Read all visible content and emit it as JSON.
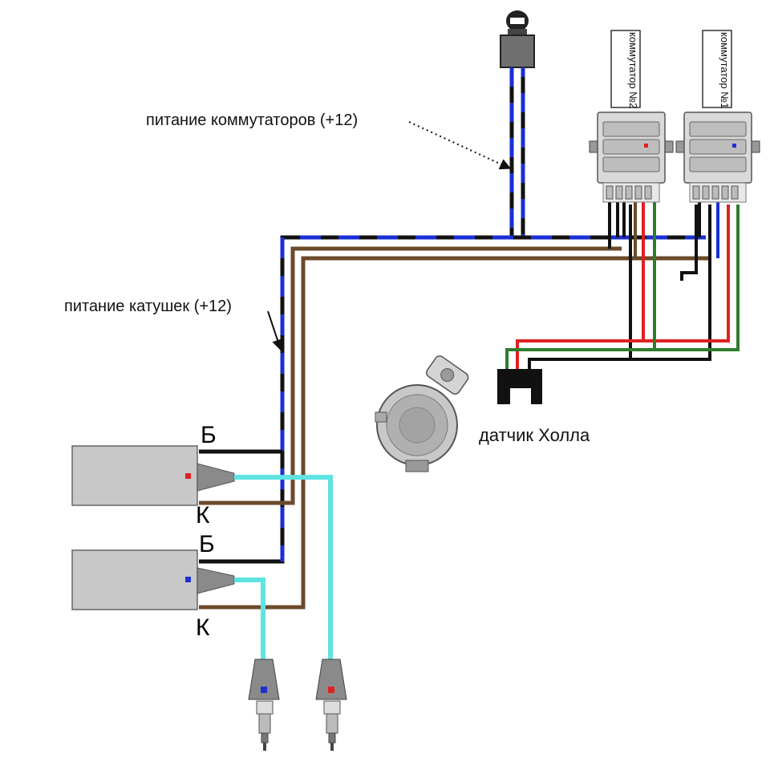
{
  "labels": {
    "commutator_power": "питание коммутаторов (+12)",
    "coil_power": "питание катушек (+12)",
    "hall_sensor": "датчик Холла",
    "coil1_b": "Б",
    "coil1_k": "К",
    "coil2_b": "Б",
    "coil2_k": "К",
    "commutator2": "коммутатор №2",
    "commutator1": "коммутатор №1"
  },
  "colors": {
    "wire_black": "#111111",
    "wire_blue": "#1a2fd6",
    "wire_brown": "#6b4a2b",
    "wire_red": "#e02020",
    "wire_green": "#2d7d2d",
    "wire_cyan": "#5fe3e3",
    "coil_body": "#c8c8c8",
    "marker_red": "#e02020",
    "marker_blue": "#2030d0"
  }
}
